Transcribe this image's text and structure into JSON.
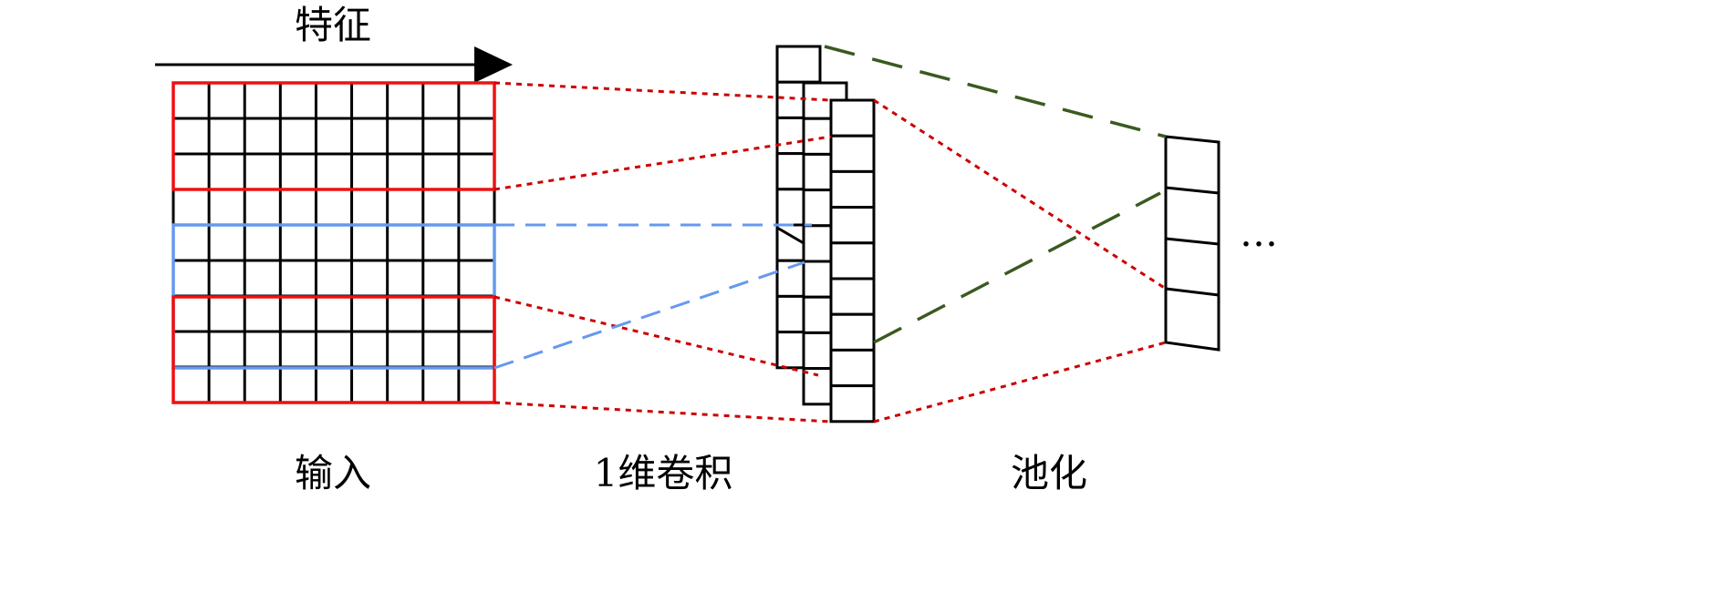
{
  "labels": {
    "feature": "特征",
    "input": "输入",
    "conv1d": "1维卷积",
    "pooling": "池化",
    "ellipsis": "…"
  },
  "colors": {
    "grid": "#000000",
    "red_window": "#ee1111",
    "blue_window": "#6699ee",
    "green_dash": "#3a5a20",
    "red_dotted": "#cc0000"
  },
  "input_grid": {
    "rows": 9,
    "cols": 9
  },
  "conv_maps": {
    "count": 3,
    "cells": 9
  },
  "pool_map": {
    "cells": 4
  }
}
